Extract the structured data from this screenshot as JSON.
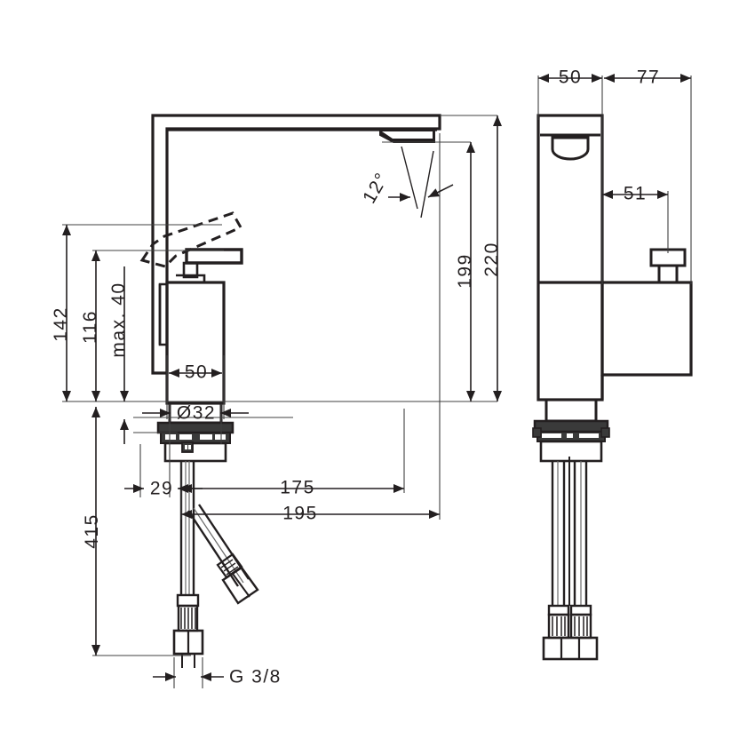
{
  "drawing": {
    "title": "Single lever basin mixer technical dimension drawing",
    "units": "mm",
    "line_color": "#231f20",
    "thin_line_color": "#404040",
    "background": "#ffffff",
    "views": [
      {
        "name": "front-elevation",
        "position": "left"
      },
      {
        "name": "side-elevation",
        "position": "right"
      }
    ]
  },
  "dimensions": {
    "height_142": "142",
    "height_116": "116",
    "max_40": "max. 40",
    "width_50_front": "50",
    "diameter_32": "Ø32",
    "height_415": "415",
    "offset_29": "29",
    "reach_175": "175",
    "reach_195": "195",
    "height_199": "199",
    "height_220": "220",
    "angle_12": "12°",
    "thread_g38": "G 3/8",
    "width_50_side": "50",
    "depth_77": "77",
    "depth_51": "51"
  }
}
